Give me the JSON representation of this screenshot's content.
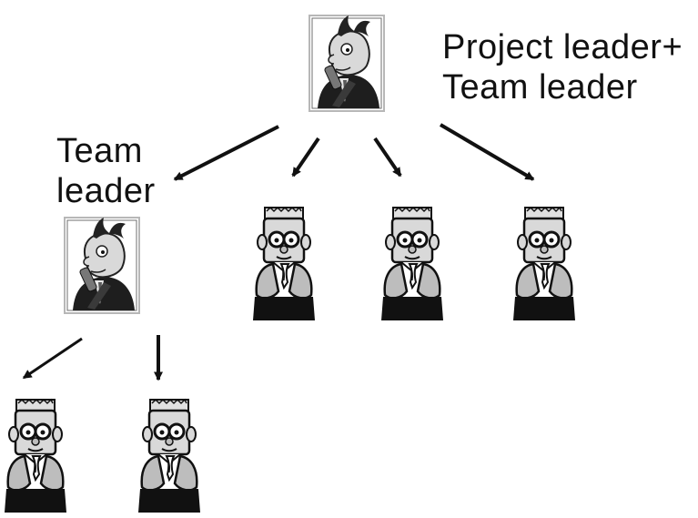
{
  "labels": {
    "project_lead": {
      "line1": "Project leader+",
      "line2": "Team leader"
    },
    "team_lead": {
      "line1": "Team",
      "line2": "leader"
    }
  },
  "icons": {
    "manager": "boss-icon",
    "worker": "engineer-icon"
  },
  "colors": {
    "ink": "#111111",
    "frame_border": "#b7b7b7",
    "face": "#d9d9d9",
    "suit": "#1e1e1e",
    "arrow": "#111111"
  }
}
